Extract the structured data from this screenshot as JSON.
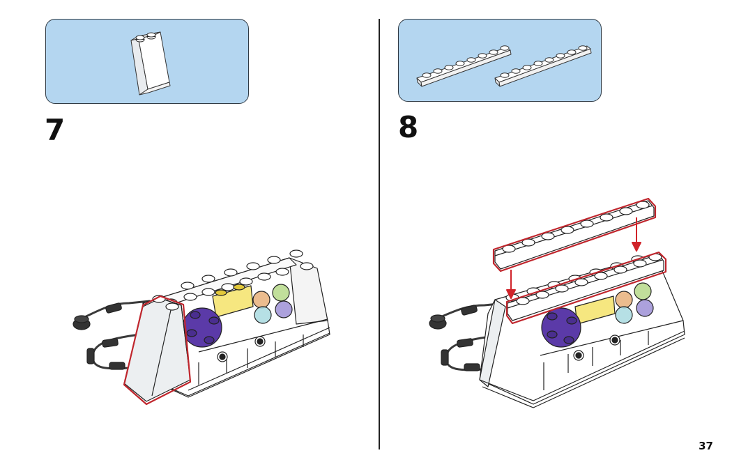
{
  "page": {
    "page_number": "37"
  },
  "steps": [
    {
      "number": "7",
      "parts": [
        {
          "name": "white slope brick 2x1x2",
          "quantity": 1,
          "color": "#ffffff"
        }
      ],
      "highlight_color": "#c0262d"
    },
    {
      "number": "8",
      "parts": [
        {
          "name": "white plate 1x8",
          "quantity": 2,
          "color": "#ffffff"
        }
      ],
      "highlight_color": "#c0262d",
      "arrow_color": "#d0232a"
    }
  ],
  "colors": {
    "parts_box_bg": "#b4d6f0",
    "outline": "#222222",
    "highlight": "#c0262d",
    "purple": "#5b3aa8",
    "yellow_trans": "#f5e36a",
    "orange_trans": "#e8b07a",
    "green_trans": "#b6d98a",
    "cyan_trans": "#a9dbe0",
    "lavender_trans": "#9d90d6",
    "cable": "#3a3a3a"
  }
}
